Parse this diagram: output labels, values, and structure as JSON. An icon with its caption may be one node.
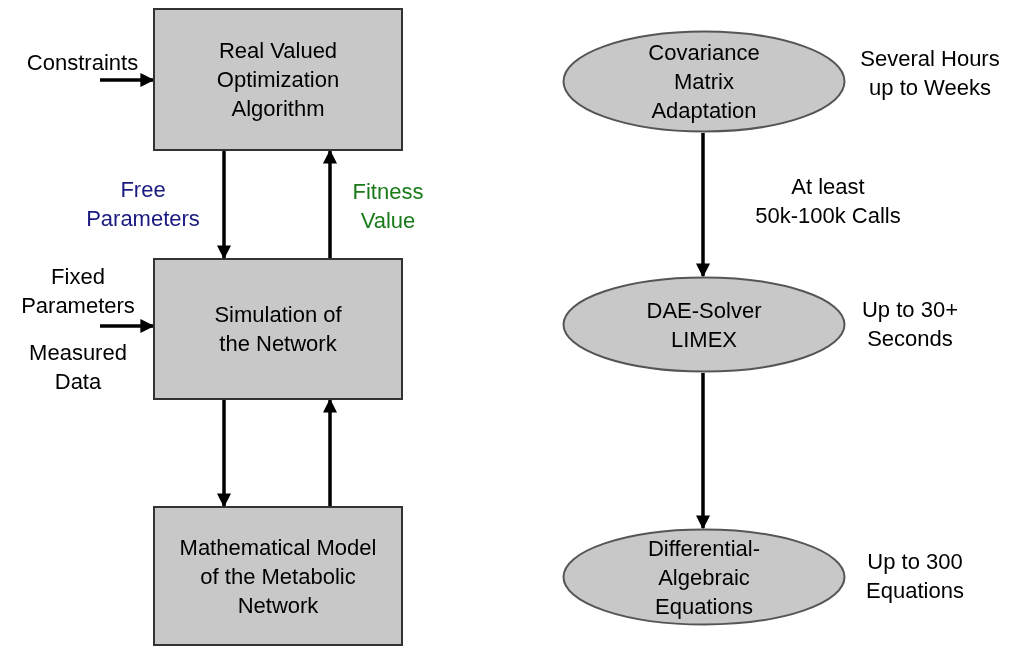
{
  "diagram": {
    "nodes": [
      {
        "text": [
          "Real Valued Optimization Algorithm"
        ]
      },
      {
        "text": [
          "Simulation of the Network"
        ]
      },
      {
        "text": [
          "Mathematical Model of the Metabolic Network"
        ]
      },
      {
        "text": [
          "Constraints"
        ]
      },
      {
        "text": [
          "Fixed Parameters",
          "Measured Data"
        ]
      },
      {
        "text": [
          "Covariance Matrix Adaptation"
        ],
        "beside": [
          "Several Hours up to Weeks"
        ]
      },
      {
        "text": [
          "DAE-Solver LIMEX"
        ],
        "beside": [
          "Up to 30+ Seconds"
        ]
      },
      {
        "text": [
          "Differential-Algebraic Equations"
        ],
        "beside": [
          "Up to 300 Equations"
        ]
      }
    ],
    "edges": [
      {
        "from": 3,
        "to": 0,
        "arrow": "to"
      },
      {
        "from": 0,
        "to": 1,
        "arrow": "to",
        "label": "Free Parameters"
      },
      {
        "from": 1,
        "to": 0,
        "arrow": "to",
        "label": "Fitness Value"
      },
      {
        "from": 4,
        "to": 1,
        "arrow": "to"
      },
      {
        "from": 1,
        "to": 2,
        "arrow": "to"
      },
      {
        "from": 2,
        "to": 1,
        "arrow": "to"
      },
      {
        "from": 5,
        "to": 6,
        "arrow": "to",
        "label": "At least 50k-100k Calls"
      },
      {
        "from": 6,
        "to": 7,
        "arrow": "to"
      }
    ]
  }
}
